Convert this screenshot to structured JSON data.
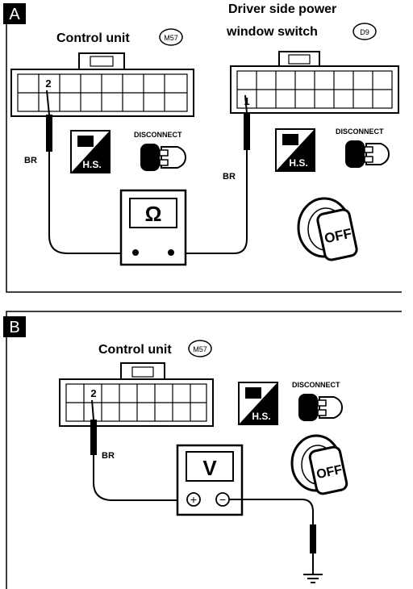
{
  "panel_a": {
    "badge": "A",
    "control_unit_label": "Control unit",
    "control_unit_code": "M57",
    "switch_label_line1": "Driver side power",
    "switch_label_line2": "window switch",
    "switch_code": "D9",
    "pin_left": "2",
    "pin_right": "1",
    "wire_left": "BR",
    "wire_right": "BR",
    "meter_symbol": "Ω",
    "hs_label_left": "H.S.",
    "hs_label_right": "H.S.",
    "disconnect_left": "DISCONNECT",
    "disconnect_right": "DISCONNECT",
    "key_label": "OFF"
  },
  "panel_b": {
    "badge": "B",
    "control_unit_label": "Control unit",
    "control_unit_code": "M57",
    "pin": "2",
    "wire": "BR",
    "meter_symbol": "V",
    "terminal_plus": "+",
    "terminal_minus": "−",
    "hs_label": "H.S.",
    "disconnect": "DISCONNECT",
    "key_label": "OFF"
  }
}
